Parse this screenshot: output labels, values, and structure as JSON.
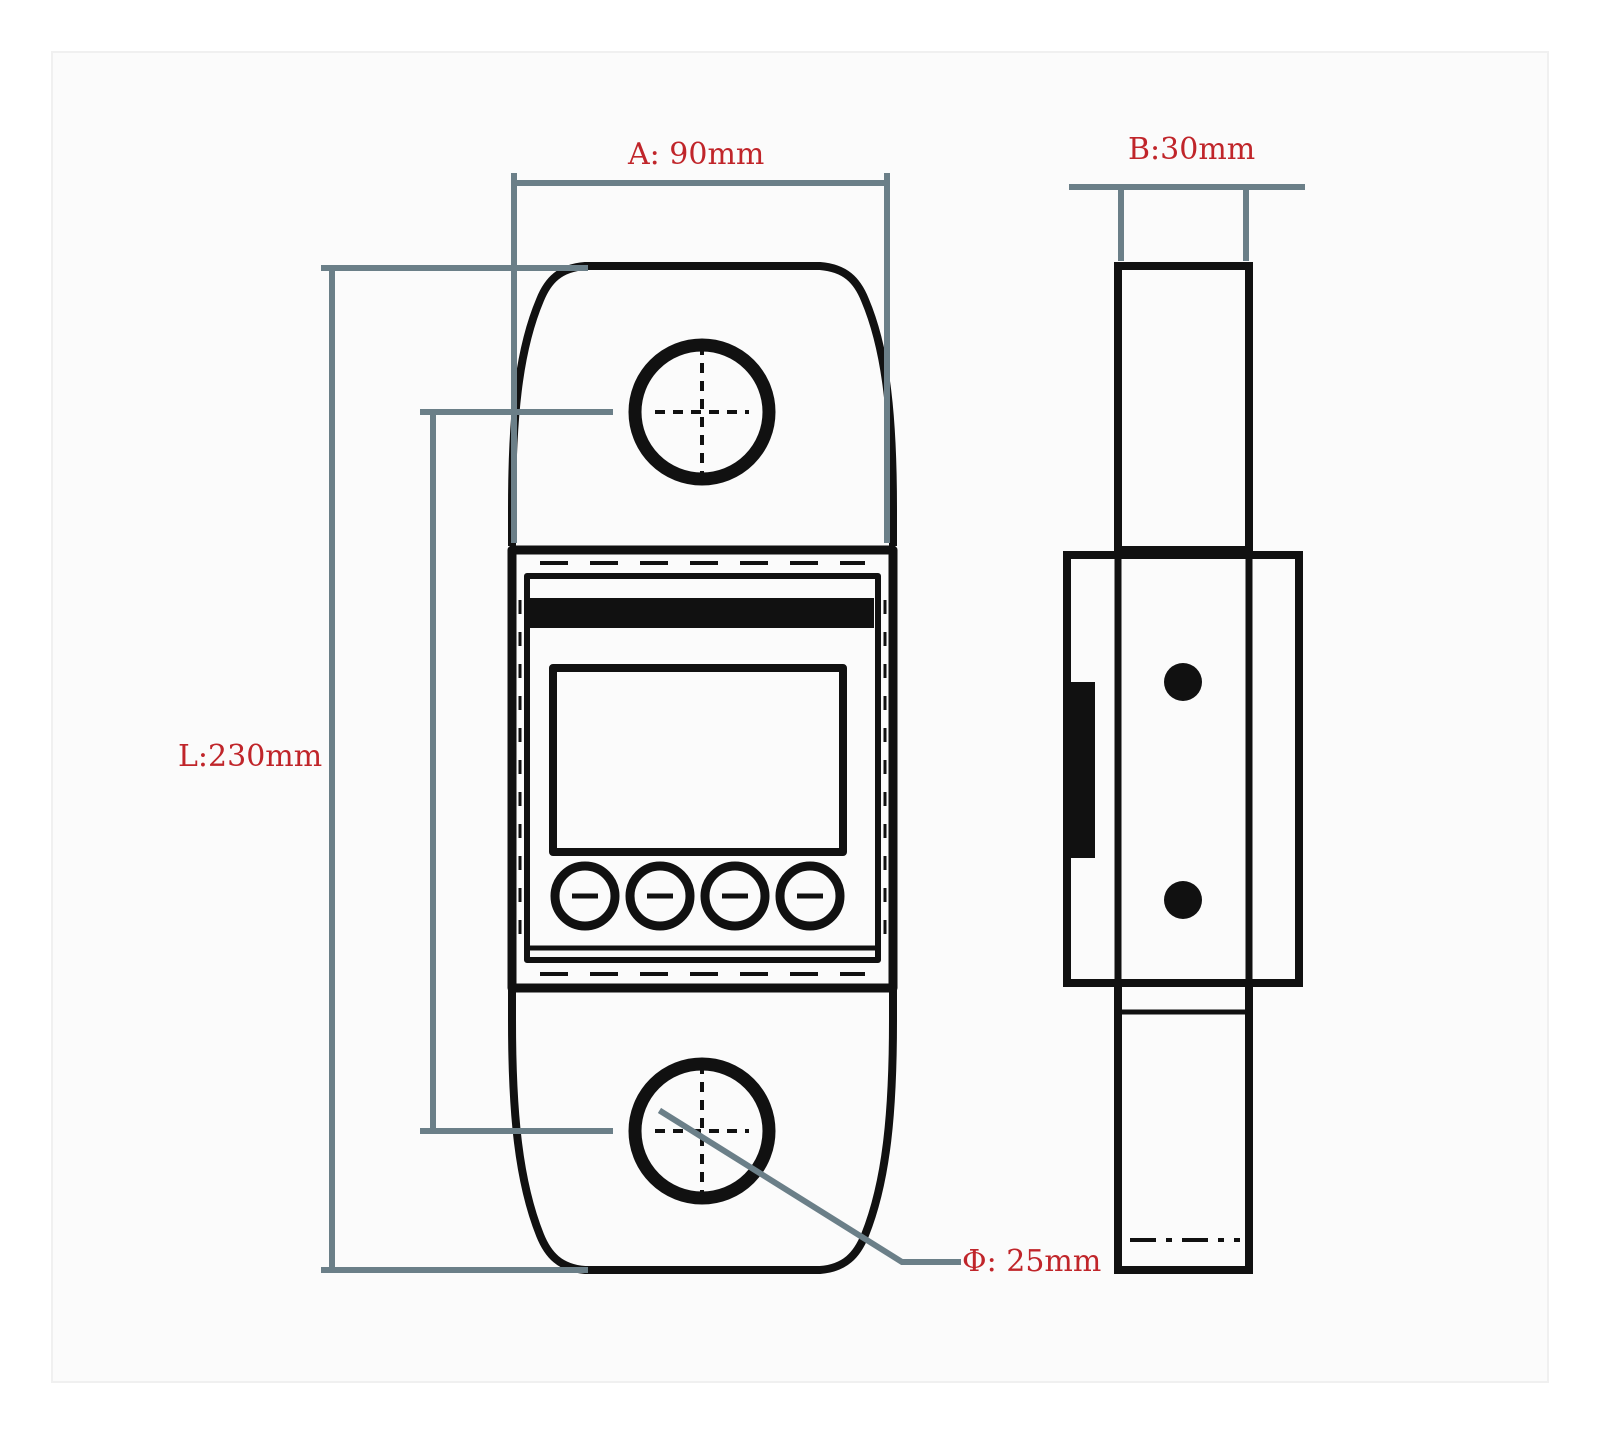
{
  "dimensions": {
    "width_label": "A: 90mm",
    "thickness_label": "B:30mm",
    "length_label": "L:230mm",
    "hole_label": "Φ: 25mm"
  },
  "colors": {
    "outline": "#111111",
    "dimension_line": "#6b7f88",
    "label_text": "#c0252a",
    "background": "#ffffff",
    "frame": "#f7f7f7"
  }
}
